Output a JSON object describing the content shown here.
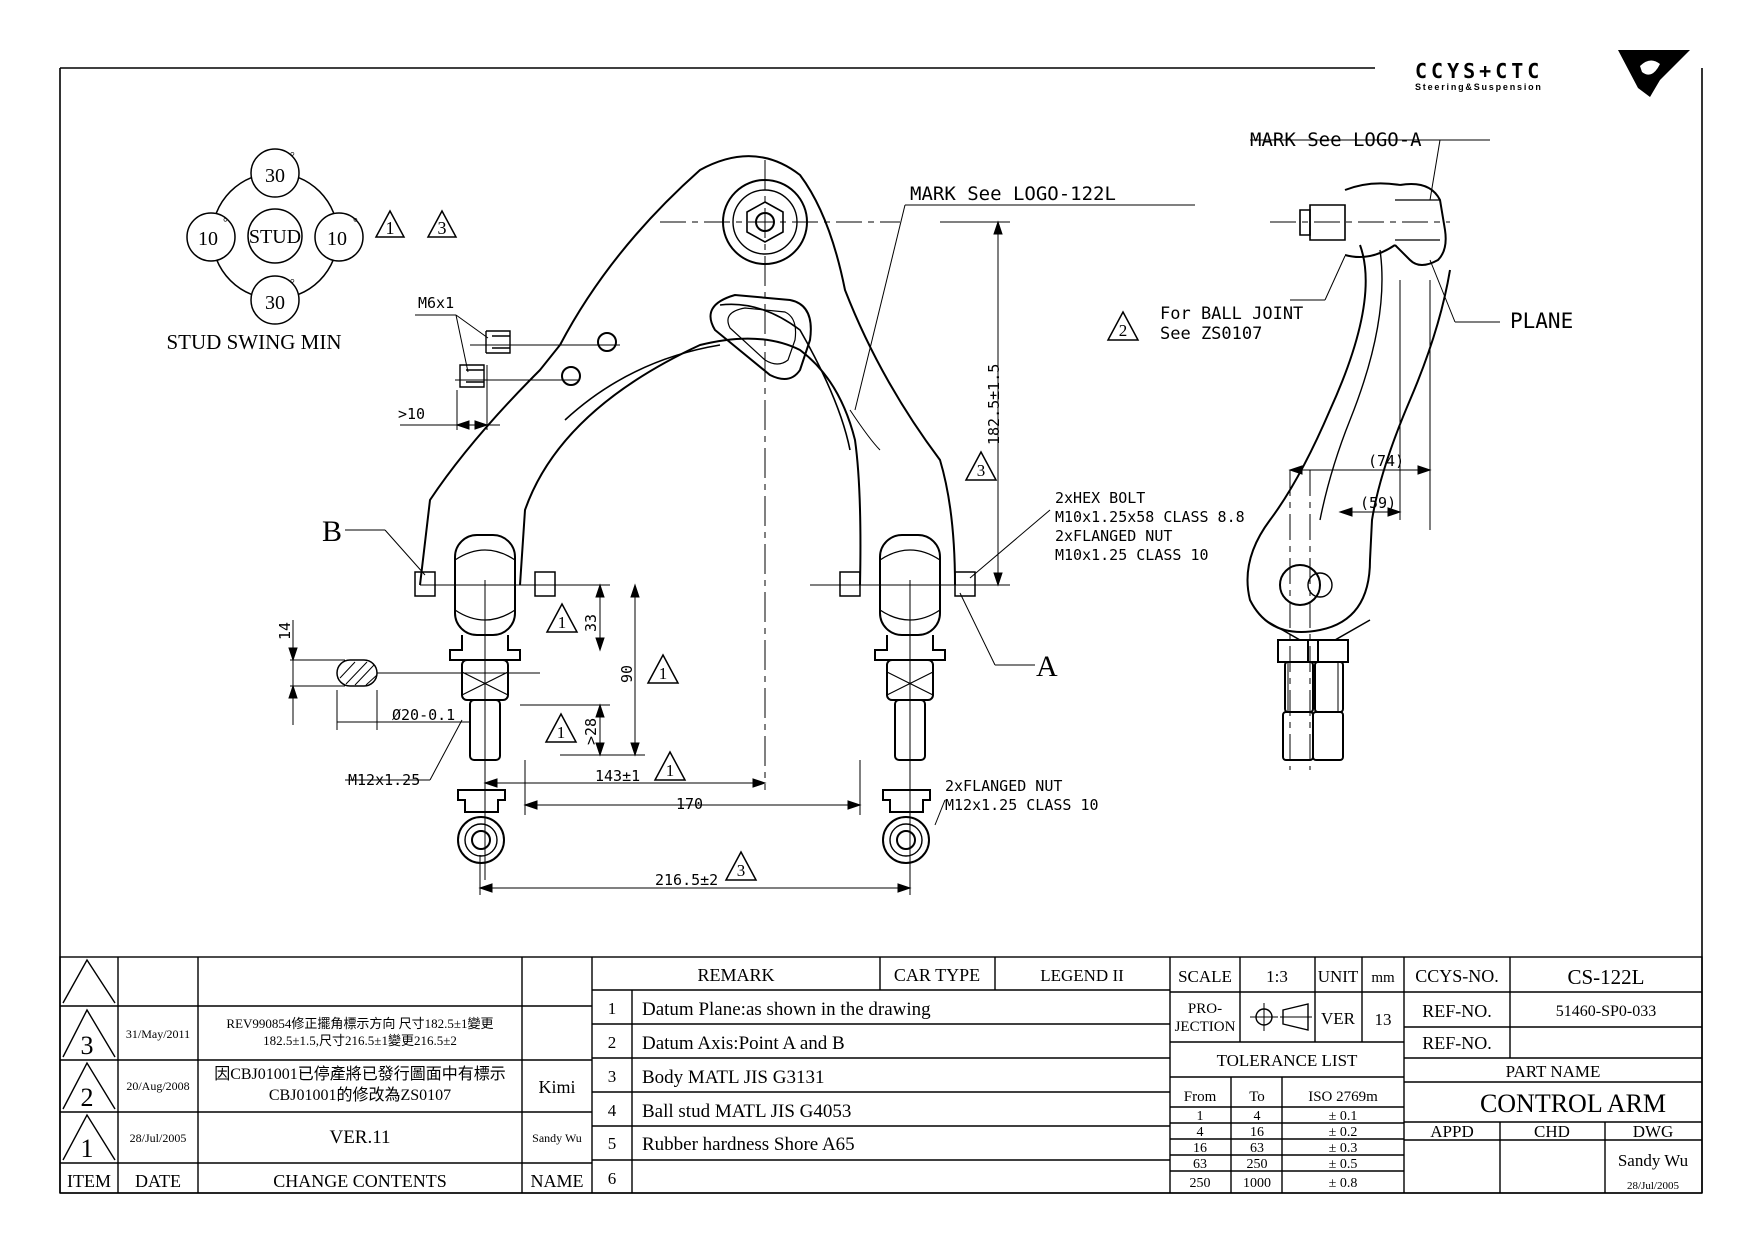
{
  "logo": {
    "brand": "CCYS+CTC",
    "tagline": "Steering&Suspension"
  },
  "stud_swing": {
    "center": "STUD",
    "top": "30",
    "bottom": "30",
    "left": "10",
    "right": "10",
    "degree": "°",
    "caption": "STUD SWING MIN",
    "rev_marks": [
      "1",
      "3"
    ]
  },
  "callouts": {
    "mark_logo_122l": "MARK See LOGO-122L",
    "mark_logo_a": "MARK See LOGO-A",
    "ball_joint_1": "For BALL JOINT",
    "ball_joint_2": "See ZS0107",
    "ball_joint_rev": "2",
    "plane": "PLANE",
    "m6x1": "M6x1",
    "gt10": ">10",
    "point_b": "B",
    "point_a": "A",
    "hex_bolt_1": "2xHEX BOLT",
    "hex_bolt_2": "M10x1.25x58 CLASS 8.8",
    "hex_bolt_3": "2xFLANGED NUT",
    "hex_bolt_4": "M10x1.25 CLASS 10",
    "flanged_nut_1": "2xFLANGED NUT",
    "flanged_nut_2": "M12x1.25 CLASS 10",
    "m12": "M12x1.25",
    "dim_14": "14",
    "dim_phi20": "Ø20-0.1",
    "dim_33": "33",
    "dim_90": "90",
    "dim_28": ">28",
    "dim_1825": "182.5±1.5",
    "dim_143": "143±1",
    "dim_170": "170",
    "dim_2165": "216.5±2",
    "dim_74": "(74)",
    "dim_59": "(59)"
  },
  "revision_table": {
    "headers": {
      "item": "ITEM",
      "date": "DATE",
      "change": "CHANGE CONTENTS",
      "name": "NAME"
    },
    "rows": [
      {
        "item": "3",
        "date": "31/May/2011",
        "change_1": "REV990854修正擺角標示方向 尺寸182.5±1變更",
        "change_2": "182.5±1.5,尺寸216.5±1變更216.5±2",
        "name": ""
      },
      {
        "item": "2",
        "date": "20/Aug/2008",
        "change_1": "因CBJ01001已停產將已發行圖面中有標示",
        "change_2": "CBJ01001的修改為ZS0107",
        "name": "Kimi"
      },
      {
        "item": "1",
        "date": "28/Jul/2005",
        "change_1": "VER.11",
        "change_2": "",
        "name": "Sandy Wu"
      }
    ]
  },
  "remark_table": {
    "header_remark": "REMARK",
    "header_car_type": "CAR TYPE",
    "header_legend": "LEGEND II",
    "rows": [
      {
        "no": "1",
        "text": "Datum Plane:as shown in the drawing"
      },
      {
        "no": "2",
        "text": "Datum Axis:Point A and B"
      },
      {
        "no": "3",
        "text": "Body MATL JIS G3131"
      },
      {
        "no": "4",
        "text": "Ball stud MATL JIS G4053"
      },
      {
        "no": "5",
        "text": "Rubber hardness Shore A65"
      },
      {
        "no": "6",
        "text": ""
      }
    ]
  },
  "title_block": {
    "scale_label": "SCALE",
    "scale": "1:3",
    "unit_label": "UNIT",
    "unit": "mm",
    "projection_1": "PRO-",
    "projection_2": "JECTION",
    "ver_label": "VER",
    "ver": "13",
    "tolerance_label": "TOLERANCE LIST",
    "tol_headers": {
      "from": "From",
      "to": "To",
      "iso": "ISO 2769m"
    },
    "tolerances": [
      {
        "from": "1",
        "to": "4",
        "tol": "± 0.1"
      },
      {
        "from": "4",
        "to": "16",
        "tol": "± 0.2"
      },
      {
        "from": "16",
        "to": "63",
        "tol": "± 0.3"
      },
      {
        "from": "63",
        "to": "250",
        "tol": "± 0.5"
      },
      {
        "from": "250",
        "to": "1000",
        "tol": "± 0.8"
      }
    ],
    "ccys_label": "CCYS-NO.",
    "ccys": "CS-122L",
    "ref_label": "REF-NO.",
    "ref": "51460-SP0-033",
    "ref2_label": "REF-NO.",
    "ref2": "",
    "part_name_label": "PART NAME",
    "part_name": "CONTROL ARM",
    "appd": "APPD",
    "chd": "CHD",
    "dwg": "DWG",
    "dwg_name": "Sandy Wu",
    "dwg_date": "28/Jul/2005"
  }
}
